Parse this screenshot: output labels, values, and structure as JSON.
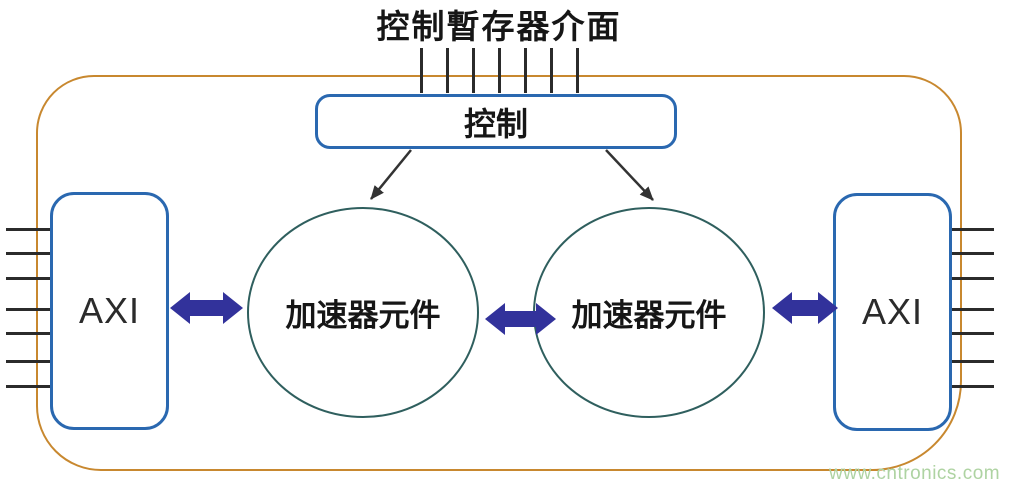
{
  "diagram": {
    "title": "控制暫存器介面",
    "control_block": {
      "label": "控制"
    },
    "accelerators": [
      {
        "label": "加速器元件"
      },
      {
        "label": "加速器元件"
      }
    ],
    "axi_left": {
      "label": "AXI"
    },
    "axi_right": {
      "label": "AXI"
    },
    "bus": {
      "control_interface_tick_count": 7,
      "axi_left_line_count": 7,
      "axi_right_line_count": 7
    },
    "colors": {
      "chip_boundary": "#c8882f",
      "block_border": "#2a68b0",
      "ellipse_border": "#2f5f5e",
      "double_arrow": "#32329b",
      "line_and_text": "#2b2b2b",
      "watermark": "#aed3a2"
    },
    "watermark": "www.cntronics.com"
  }
}
